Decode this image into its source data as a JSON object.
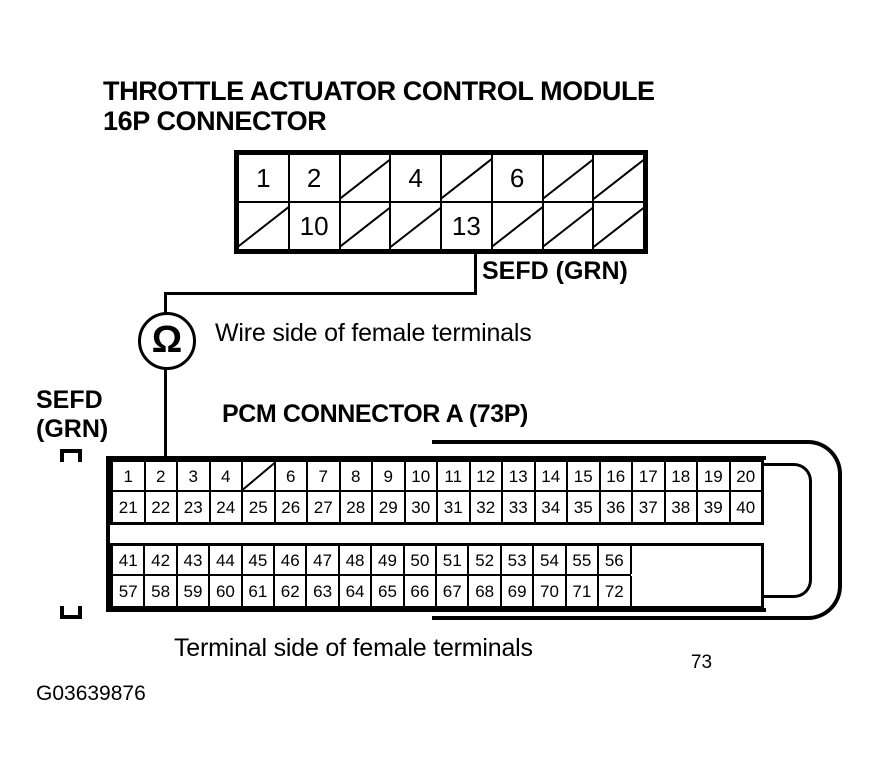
{
  "figure": {
    "code": "G03639876"
  },
  "tac_connector": {
    "title_line1": "THROTTLE ACTUATOR CONTROL MODULE",
    "title_line2": "16P CONNECTOR",
    "rows": [
      [
        {
          "label": "1",
          "blank": false
        },
        {
          "label": "2",
          "blank": false
        },
        {
          "label": "",
          "blank": true
        },
        {
          "label": "4",
          "blank": false
        },
        {
          "label": "",
          "blank": true
        },
        {
          "label": "6",
          "blank": false
        },
        {
          "label": "",
          "blank": true
        },
        {
          "label": "",
          "blank": true
        }
      ],
      [
        {
          "label": "",
          "blank": true
        },
        {
          "label": "10",
          "blank": false
        },
        {
          "label": "",
          "blank": true
        },
        {
          "label": "",
          "blank": true
        },
        {
          "label": "13",
          "blank": false
        },
        {
          "label": "",
          "blank": true
        },
        {
          "label": "",
          "blank": true
        },
        {
          "label": "",
          "blank": true
        }
      ]
    ]
  },
  "wires": {
    "sefd_top_label": "SEFD (GRN)",
    "sefd_left_label_line1": "SEFD",
    "sefd_left_label_line2": "(GRN)"
  },
  "meter": {
    "symbol": "Ω",
    "name": "ohmmeter"
  },
  "captions": {
    "wire_side": "Wire side of female terminals",
    "terminal_side": "Terminal side of female terminals"
  },
  "pcm_connector": {
    "title": "PCM CONNECTOR A (73P)",
    "row1": [
      {
        "label": "1",
        "blank": false
      },
      {
        "label": "2",
        "blank": false
      },
      {
        "label": "3",
        "blank": false
      },
      {
        "label": "4",
        "blank": false
      },
      {
        "label": "",
        "blank": true
      },
      {
        "label": "6",
        "blank": false
      },
      {
        "label": "7",
        "blank": false
      },
      {
        "label": "8",
        "blank": false
      },
      {
        "label": "9",
        "blank": false
      },
      {
        "label": "10",
        "blank": false
      },
      {
        "label": "11",
        "blank": false
      },
      {
        "label": "12",
        "blank": false
      },
      {
        "label": "13",
        "blank": false
      },
      {
        "label": "14",
        "blank": false
      },
      {
        "label": "15",
        "blank": false
      },
      {
        "label": "16",
        "blank": false
      },
      {
        "label": "17",
        "blank": false
      },
      {
        "label": "18",
        "blank": false
      },
      {
        "label": "19",
        "blank": false
      },
      {
        "label": "20",
        "blank": false
      }
    ],
    "row2": [
      {
        "label": "21",
        "blank": false
      },
      {
        "label": "22",
        "blank": false
      },
      {
        "label": "23",
        "blank": false
      },
      {
        "label": "24",
        "blank": false
      },
      {
        "label": "25",
        "blank": false
      },
      {
        "label": "26",
        "blank": false
      },
      {
        "label": "27",
        "blank": false
      },
      {
        "label": "28",
        "blank": false
      },
      {
        "label": "29",
        "blank": false
      },
      {
        "label": "30",
        "blank": false
      },
      {
        "label": "31",
        "blank": false
      },
      {
        "label": "32",
        "blank": false
      },
      {
        "label": "33",
        "blank": false
      },
      {
        "label": "34",
        "blank": false
      },
      {
        "label": "35",
        "blank": false
      },
      {
        "label": "36",
        "blank": false
      },
      {
        "label": "37",
        "blank": false
      },
      {
        "label": "38",
        "blank": false
      },
      {
        "label": "39",
        "blank": false
      },
      {
        "label": "40",
        "blank": false
      }
    ],
    "row3": [
      {
        "label": "41",
        "blank": false
      },
      {
        "label": "42",
        "blank": false
      },
      {
        "label": "43",
        "blank": false
      },
      {
        "label": "44",
        "blank": false
      },
      {
        "label": "45",
        "blank": false
      },
      {
        "label": "46",
        "blank": false
      },
      {
        "label": "47",
        "blank": false
      },
      {
        "label": "48",
        "blank": false
      },
      {
        "label": "49",
        "blank": false
      },
      {
        "label": "50",
        "blank": false
      },
      {
        "label": "51",
        "blank": false
      },
      {
        "label": "52",
        "blank": false
      },
      {
        "label": "53",
        "blank": false
      },
      {
        "label": "54",
        "blank": false
      },
      {
        "label": "55",
        "blank": false
      },
      {
        "label": "56",
        "blank": false
      }
    ],
    "row4": [
      {
        "label": "57",
        "blank": false
      },
      {
        "label": "58",
        "blank": false
      },
      {
        "label": "59",
        "blank": false
      },
      {
        "label": "60",
        "blank": false
      },
      {
        "label": "61",
        "blank": false
      },
      {
        "label": "62",
        "blank": false
      },
      {
        "label": "63",
        "blank": false
      },
      {
        "label": "64",
        "blank": false
      },
      {
        "label": "65",
        "blank": false
      },
      {
        "label": "66",
        "blank": false
      },
      {
        "label": "67",
        "blank": false
      },
      {
        "label": "68",
        "blank": false
      },
      {
        "label": "69",
        "blank": false
      },
      {
        "label": "70",
        "blank": false
      },
      {
        "label": "71",
        "blank": false
      },
      {
        "label": "72",
        "blank": false
      }
    ],
    "big_pin": "73"
  },
  "colors": {
    "ink": "#000000",
    "paper": "#ffffff"
  }
}
